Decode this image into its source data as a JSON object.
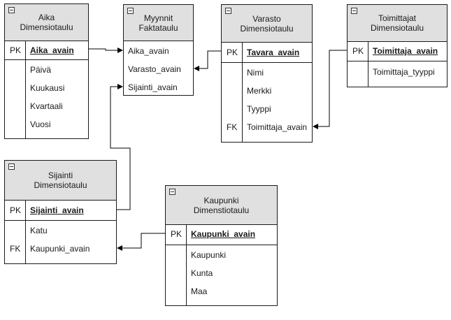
{
  "tables": {
    "aika": {
      "title": "Aika\nDimensiotaulu",
      "pk_key": "PK",
      "pk_field": "Aika_avain",
      "fields": [
        "Päivä",
        "Kuukausi",
        "Kvartaali",
        "Vuosi"
      ]
    },
    "myynnit": {
      "title": "Myynnit\nFaktataulu",
      "fields": [
        "Aika_avain",
        "Varasto_avain",
        "Sijainti_avain"
      ]
    },
    "varasto": {
      "title": "Varasto\nDimensiotaulu",
      "pk_key": "PK",
      "pk_field": "Tavara_avain",
      "fields": [
        "Nimi",
        "Merkki",
        "Tyyppi",
        "Toimittaja_avain"
      ],
      "fk_key": "FK"
    },
    "toimittajat": {
      "title": "Toimittajat\nDimensiotaulu",
      "pk_key": "PK",
      "pk_field": "Toimittaja_avain",
      "fields": [
        "Toimittaja_tyyppi"
      ]
    },
    "sijainti": {
      "title": "Sijainti\nDimensiotaulu",
      "pk_key": "PK",
      "pk_field": "Sijainti_avain",
      "fields": [
        "Katu",
        "Kaupunki_avain"
      ],
      "fk_key": "FK"
    },
    "kaupunki": {
      "title": "Kaupunki\nDimenstiotaulu",
      "pk_key": "PK",
      "pk_field": "Kaupunki_avain",
      "fields": [
        "Kaupunki",
        "Kunta",
        "Maa"
      ]
    }
  }
}
